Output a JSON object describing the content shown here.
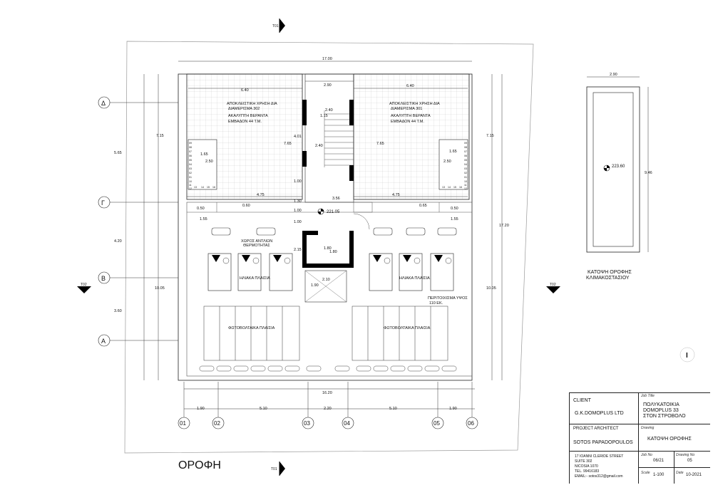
{
  "title": "ΟΡΟΦΗ",
  "dims": {
    "top_total": "17.00",
    "bottom_total": "16.20",
    "stair_width": "2.90",
    "left_room_w": "6.40",
    "right_room_w": "6.40",
    "left_7_15": "7.15",
    "right_7_15": "7.15",
    "left_5_65": "5.65",
    "left_4_20": "4.20",
    "left_10_05": "10.05",
    "right_10_05": "10.05",
    "right_17_20": "17.20",
    "left_3_60": "3.60",
    "stair_2_40a": "2.40",
    "stair_1_15": "1.15",
    "stair_4_01": "4.01",
    "left_7_65": "7.65",
    "right_7_65": "7.65",
    "stair_2_40b": "2.40",
    "left_1_65": "1.65",
    "left_2_50": "2.50",
    "right_1_65": "1.65",
    "right_2_50": "2.50",
    "stair_1_00a": "1.00",
    "left_4_75": "4.75",
    "right_4_75": "4.75",
    "stair_3_56": "3.56",
    "stair_1_30": "1.30",
    "left_0_50": "0.50",
    "left_0_60": "0.60",
    "right_0_65": "0.65",
    "right_0_50": "0.50",
    "left_1_55": "1.55",
    "right_1_55": "1.55",
    "stair_1_00b": "1.00",
    "stair_1_00c": "1.00",
    "stair_2_15": "2.15",
    "stair_1_80a": "1.80",
    "stair_1_80b": "1.80",
    "stair_2_10": "2.10",
    "stair_1_90": "1.90",
    "b_1_90a": "1.90",
    "b_5_10a": "5.10",
    "b_2_20": "2.20",
    "b_5_10b": "5.10",
    "b_1_90b": "1.90",
    "stairhouse_w": "2.90",
    "stairhouse_h": "9.46"
  },
  "levels": {
    "main": "221.05",
    "stairhouse": "223.60"
  },
  "grid_rows": [
    "Δ",
    "Γ",
    "Β",
    "Α"
  ],
  "grid_cols": [
    "01",
    "02",
    "03",
    "04",
    "05",
    "06"
  ],
  "section_marks": {
    "top": "T01",
    "bottom": "T01",
    "left": "T02",
    "right": "T02"
  },
  "labels": {
    "left_use_1": "ΑΠΟΚΛΕΙΣΤΙΚΗ ΧΡΗΣΗ ΔΙΑ",
    "left_use_2": "ΔΙΑΜΕΡΙΣΜΑ 302",
    "left_veranda": "ΑΚΑΛΥΠΤΗ ΒΕΡΑΝΤΑ",
    "left_area": "ΕΜΒΑΔΟΝ 44 Τ.Μ.",
    "right_use_1": "ΑΠΟΚΛΕΙΣΤΙΚΗ ΧΡΗΣΗ ΔΙΑ",
    "right_use_2": "ΔΙΑΜΕΡΙΣΜΑ 301",
    "right_veranda": "ΑΚΑΛΥΠΤΗ ΒΕΡΑΝΤΑ",
    "right_area": "ΕΜΒΑΔΟΝ 44 Τ.Μ.",
    "pump_1": "ΧΩΡΟΣ ΑΝΤΛΙΩΝ",
    "pump_2": "ΘΕΡΜΟΤΗΤΑΣ",
    "solar_left": "ΗΛΙΑΚΑ ΠΛΑΙΣΙΑ",
    "solar_right": "ΗΛΙΑΚΑ ΠΛΑΙΣΙΑ",
    "parapet_1": "ΠΕΡΙΤΟΙΧΙΣΜΑ ΥΨΟΣ",
    "parapet_2": "110 ΕΚ.",
    "pv_left": "ΦΩΤΟΒΟΛΤΑΙΚΑ ΠΛΑΙΣΙΑ",
    "pv_right": "ΦΩΤΟΒΟΛΤΑΙΚΑ ΠΛΑΙΣΙΑ",
    "stairhouse_1": "ΚΑΤΟΨΗ ΟΡΟΦΗΣ",
    "stairhouse_2": "ΚΛΙΜΑΚΟΣΤΑΣΙΟΥ"
  },
  "stair_steps_left": [
    "09",
    "08",
    "07",
    "06",
    "05",
    "04",
    "03",
    "02",
    "01",
    "10",
    "11",
    "12"
  ],
  "stair_steps_bottom_left": [
    "13",
    "14",
    "15",
    "16"
  ],
  "stair_steps_right": [
    "09",
    "08",
    "07",
    "06",
    "05",
    "04",
    "03",
    "02",
    "01",
    "10",
    "11",
    "12"
  ],
  "stair_steps_bottom_right": [
    "13",
    "14",
    "15",
    "16"
  ],
  "north_mark": "I",
  "title_block": {
    "client_label": "CLIENT",
    "client_value": "G.K.DOMOPLUS LTD",
    "job_title_label": "Job Title",
    "job_title_1": "ΠΟΛΥΚΑΤΟΙΚΙΑ",
    "job_title_2": "DOMOPLUS 33",
    "job_title_3": "ΣΤΟΝ ΣΤΡΟΒΟΛΟ",
    "architect_label": "PROJECT ARCHITECT",
    "architect_value": "SOTOS PAPADOPOULOS",
    "drawing_label": "Drawing",
    "drawing_value": "ΚΑΤΟΨΗ ΟΡΟΦΗΣ",
    "addr_1": "17 IOANNI CLERIDE STREET",
    "addr_2": "SUITE 302",
    "addr_3": "NICOSIA 1070",
    "addr_4": "TEL. 99416183",
    "addr_5": "EMAIL:- sotos312@gmail.com",
    "job_no_label": "Job No",
    "job_no": "06/21",
    "drawing_no_label": "Drawing No",
    "drawing_no": "05",
    "scale_label": "Scale",
    "scale": "1-100",
    "date_label": "Date",
    "date": "10-2021"
  }
}
